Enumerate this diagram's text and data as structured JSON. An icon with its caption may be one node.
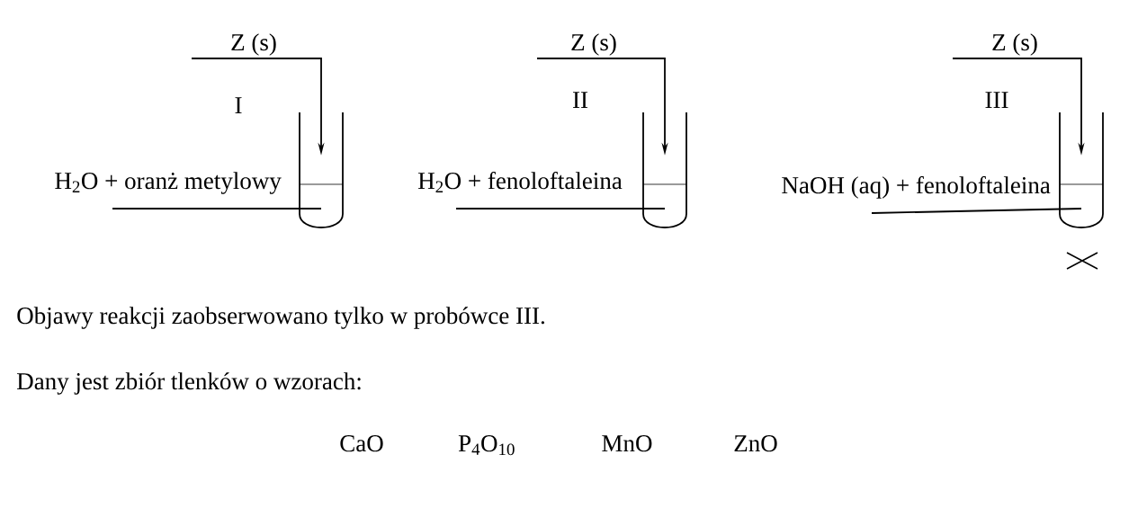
{
  "diagram": {
    "nodes": [
      {
        "text": [
          "Z (s)"
        ]
      },
      {
        "text": [
          "H$_{2}$O + oranż metylowy"
        ]
      },
      {
        "text": [],
        "shape": "tube"
      },
      {
        "text": [
          "Z (s)"
        ]
      },
      {
        "text": [
          "H$_{2}$O + fenoloftaleina"
        ]
      },
      {
        "text": [],
        "shape": "tube"
      },
      {
        "text": [
          "Z (s)"
        ]
      },
      {
        "text": [
          "NaOH (aq) + fenoloftaleina"
        ]
      },
      {
        "text": [],
        "shape": "tube"
      }
    ],
    "edges": [
      {
        "from": 0,
        "to": 2,
        "arrow": "to"
      },
      {
        "from": 1,
        "to": 2,
        "arrow": "none"
      },
      {
        "from": 3,
        "to": 5,
        "arrow": "to"
      },
      {
        "from": 4,
        "to": 5,
        "arrow": "none"
      },
      {
        "from": 6,
        "to": 8,
        "arrow": "to"
      },
      {
        "from": 7,
        "to": 8,
        "arrow": "none"
      }
    ],
    "labels": [
      "I",
      "II",
      "III",
      "Objawy reakcji zaobserwowano tylko w probówce III.",
      "Dany jest zbiór tlenków o wzorach:",
      "CaO",
      "P$_{4}$O$_{10}$",
      "MnO",
      "ZnO"
    ]
  }
}
